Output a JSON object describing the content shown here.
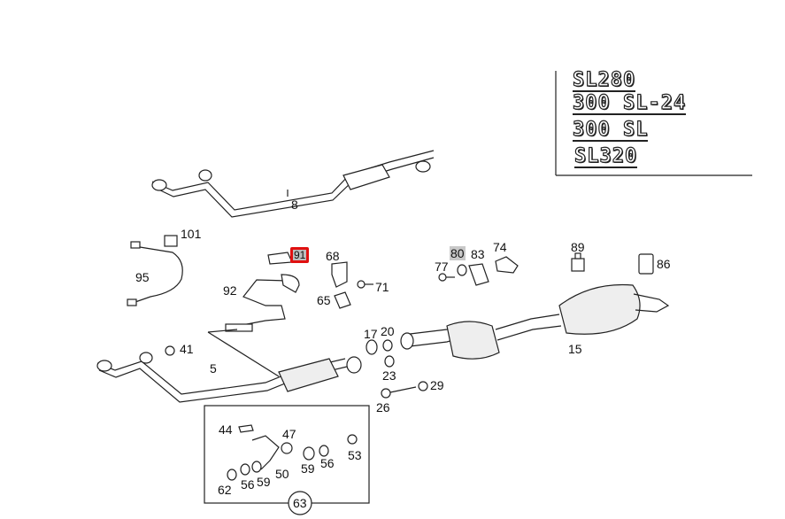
{
  "models": [
    "SL280",
    "300 SL-24",
    "300 SL",
    "SL320"
  ],
  "parts": {
    "p8": "8",
    "p101": "101",
    "p95": "95",
    "p91": "91",
    "p68": "68",
    "p92": "92",
    "p71": "71",
    "p65": "65",
    "p77": "77",
    "p80": "80",
    "p83": "83",
    "p74": "74",
    "p89": "89",
    "p86": "86",
    "p41": "41",
    "p5": "5",
    "p17": "17",
    "p20": "20",
    "p23": "23",
    "p15": "15",
    "p26": "26",
    "p29": "29",
    "p44": "44",
    "p47": "47",
    "p59a": "59",
    "p56a": "56",
    "p53": "53",
    "p62": "62",
    "p56b": "56",
    "p59b": "59",
    "p50": "50",
    "p63": "63"
  },
  "highlight": {
    "selected": "p91",
    "secondary": "p80",
    "selected_color": "#e01010",
    "secondary_color": "#c8c8c8"
  }
}
